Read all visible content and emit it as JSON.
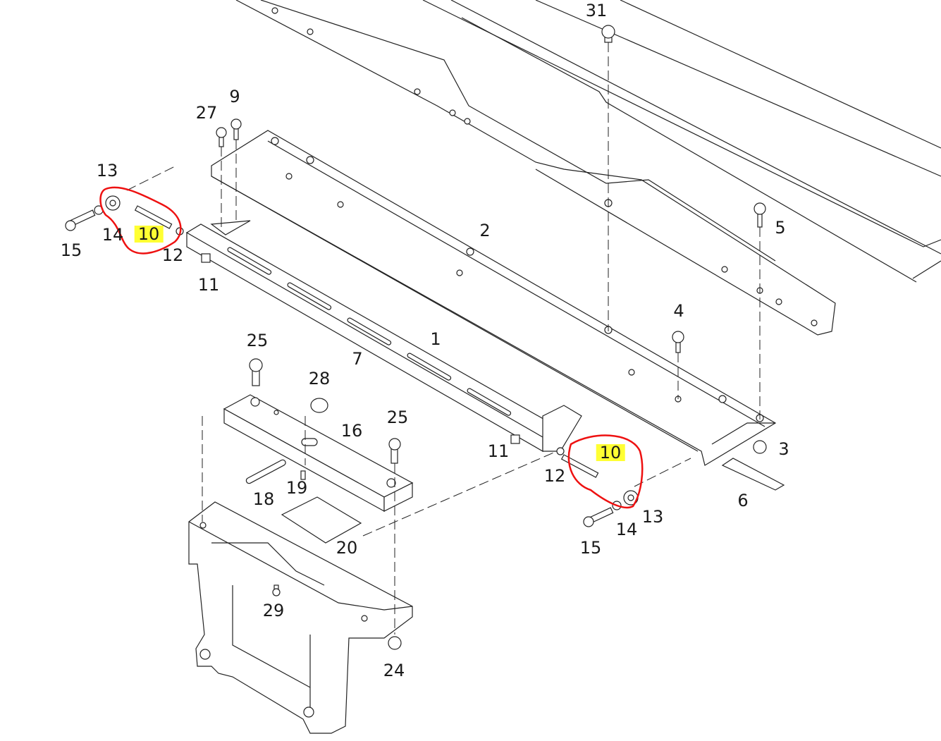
{
  "title": "Exploded parts diagram - rail assembly",
  "labels": [
    "31",
    "27",
    "9",
    "13",
    "15",
    "14",
    "10",
    "12",
    "11",
    "2",
    "5",
    "4",
    "1",
    "7",
    "25",
    "28",
    "16",
    "25",
    "11",
    "10",
    "3",
    "12",
    "13",
    "6",
    "14",
    "15",
    "18",
    "19",
    "20",
    "29",
    "24"
  ],
  "highlight_color": "#ffff33",
  "annotation_color": "#ee1111"
}
